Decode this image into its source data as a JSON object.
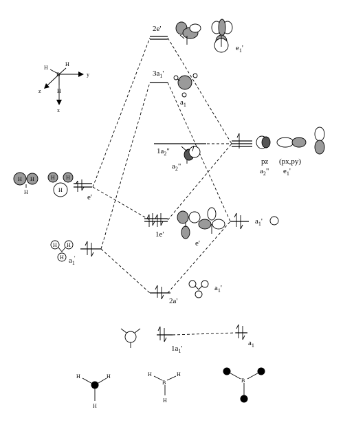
{
  "axes": {
    "x": "x",
    "y": "y",
    "z": "z",
    "center": "B",
    "h": "H"
  },
  "h_atom": "H",
  "boron_atom": "B",
  "mo_labels": {
    "e2_prime": "2e'",
    "a1_3_prime": "3a",
    "a2_1_doubleprime": "1a",
    "e1_prime": "1e'",
    "a1_2_prime": "2a'",
    "a1_1_prime": "1a"
  },
  "side_labels": {
    "e1_top": "e",
    "a1_top": "a",
    "a2_dp": "a",
    "e_prime_mid": "e'",
    "a1_mid": "a",
    "a1_low": "a",
    "a1_bottom": "a",
    "h3_e": "e'",
    "h3_a1": "a",
    "b_a1": "a"
  },
  "boron_orbitals": {
    "pz": "pz",
    "pz_sym": "a",
    "pxpy": "(px,py)",
    "pxpy_sym": "e"
  },
  "sub": {
    "one": "1",
    "two": "2"
  },
  "prime": "'",
  "dprime": "\""
}
